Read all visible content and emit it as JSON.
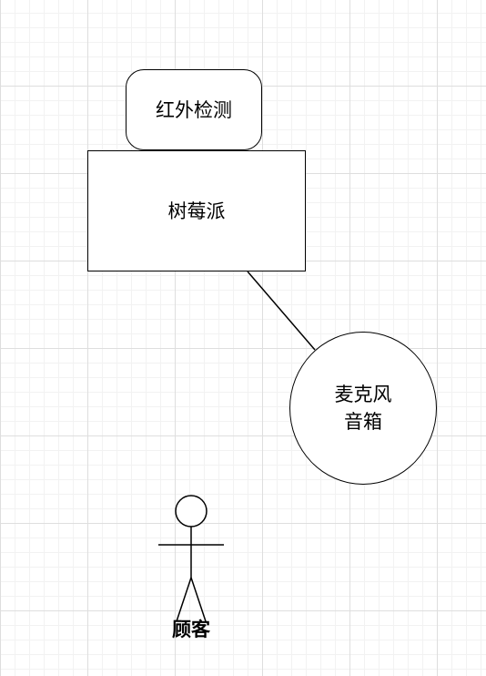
{
  "diagram": {
    "nodes": {
      "infrared_detection": {
        "label": "红外检测"
      },
      "raspberry_pi": {
        "label": "树莓派"
      },
      "mic_speaker": {
        "lines": [
          "麦克风",
          "音箱"
        ]
      }
    },
    "actor": {
      "label": "顾客"
    },
    "edges": [
      {
        "from": "raspberry_pi",
        "to": "mic_speaker"
      }
    ]
  }
}
